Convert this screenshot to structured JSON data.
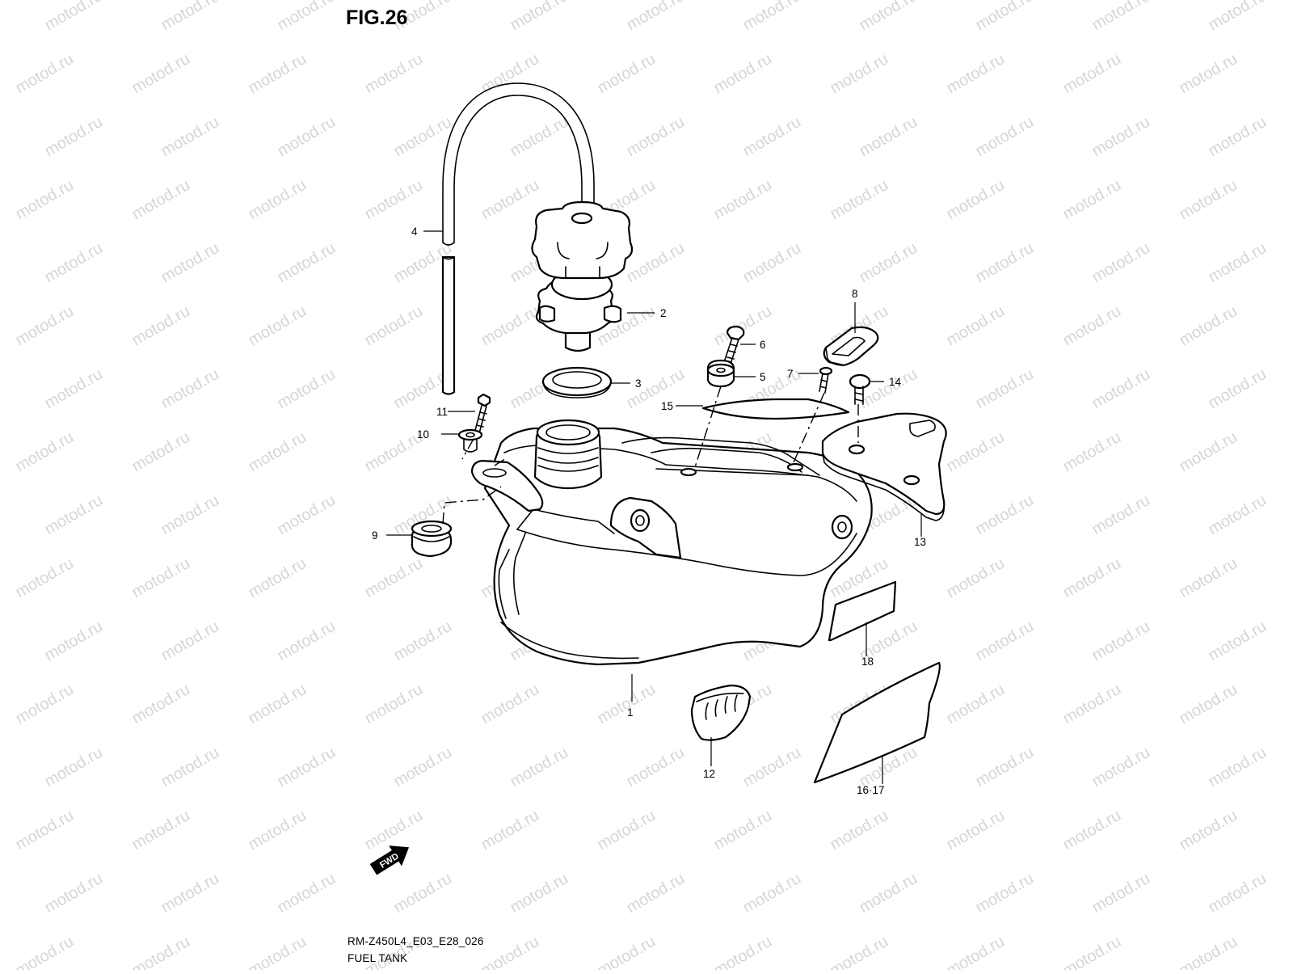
{
  "figure": {
    "title": "FIG.26",
    "code": "RM-Z450L4_E03_E28_026",
    "caption": "FUEL TANK",
    "fwd_label": "FWD"
  },
  "watermark": {
    "text": "motod.ru",
    "color": "#d6d6d6"
  },
  "callouts": {
    "c1": "1",
    "c2": "2",
    "c3": "3",
    "c4": "4",
    "c5": "5",
    "c6": "6",
    "c7": "7",
    "c8": "8",
    "c9": "9",
    "c10": "10",
    "c11": "11",
    "c12": "12",
    "c13": "13",
    "c14": "14",
    "c15": "15",
    "c16_17": "16·17",
    "c18": "18"
  },
  "parts": {
    "p1": "fuel-tank",
    "p2": "fuel-cap",
    "p3": "cap-gasket",
    "p4": "breather-hose",
    "p5": "cushion",
    "p6": "screw",
    "p7": "screw",
    "p8": "clamp",
    "p9": "grommet",
    "p10": "collar",
    "p11": "bolt",
    "p12": "cushion-pad",
    "p13": "bracket",
    "p14": "bolt",
    "p15": "cushion-plate",
    "p16_17": "label",
    "p18": "label"
  }
}
